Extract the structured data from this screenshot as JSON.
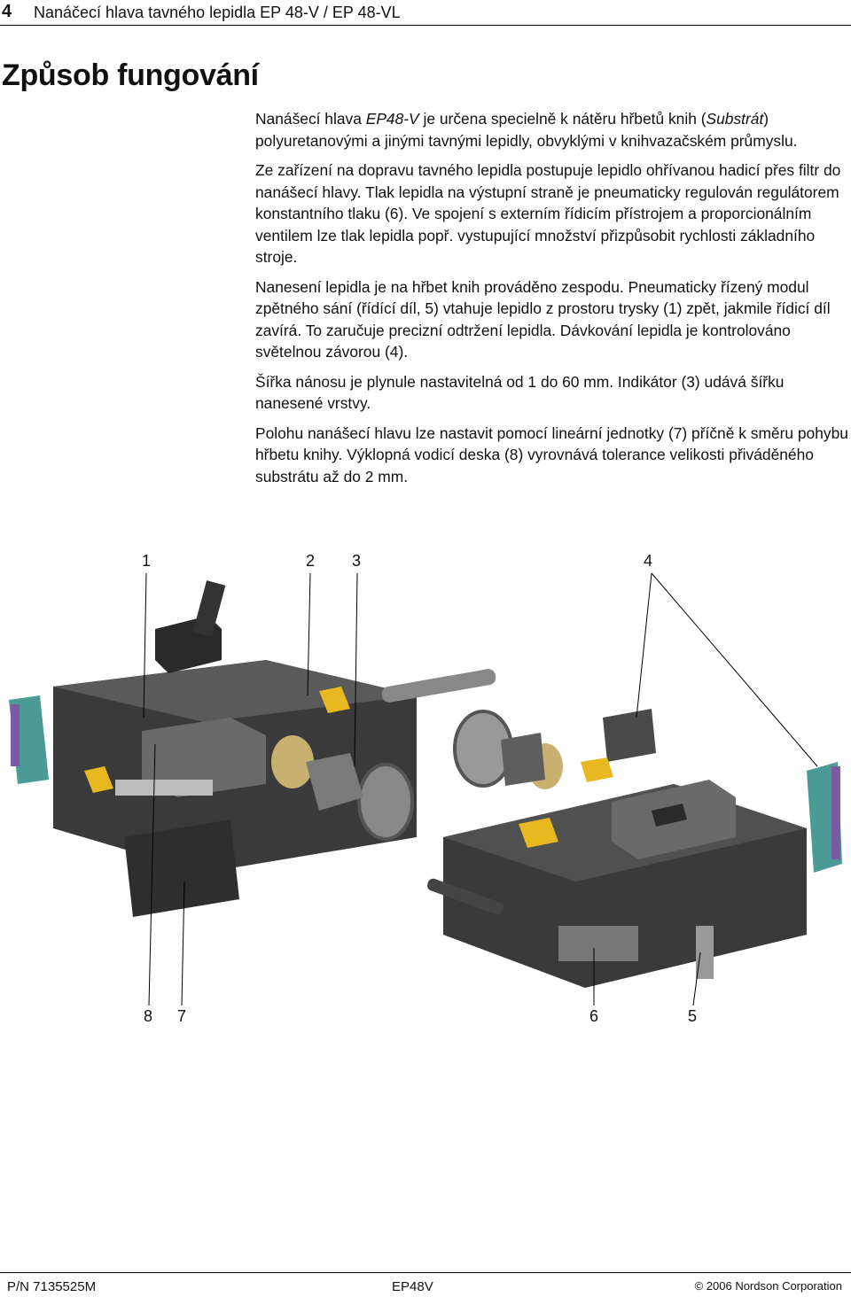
{
  "header": {
    "page_number": "4",
    "title": "Nanáčecí hlava tavného lepidla EP 48-V / EP 48-VL"
  },
  "section": {
    "title": "Způsob fungování"
  },
  "paragraphs": {
    "p1_a": "Nanášecí hlava ",
    "p1_em1": "EP48-V",
    "p1_b": " je určena specielně k nátěru hřbetů knih (",
    "p1_em2": "Substrát",
    "p1_c": ") polyuretanovými a jinými tavnými lepidly, obvyklými v knihvazačském průmyslu.",
    "p2": "Ze zařízení na dopravu tavného lepidla postupuje lepidlo ohřívanou hadicí přes filtr do nanášecí hlavy. Tlak lepidla na výstupní straně je pneumaticky regulován regulátorem konstantního tlaku (6). Ve spojení s externím řídicím přístrojem a proporcionálním ventilem lze tlak lepidla popř. vystupující množství přizpůsobit rychlosti základního stroje.",
    "p3": "Nanesení lepidla je na hřbet knih prováděno zespodu. Pneumaticky řízený modul zpětného sání (řídící díl, 5) vtahuje lepidlo z prostoru trysky (1) zpět, jakmile řídicí díl zavírá. To zaručuje precizní odtržení lepidla. Dávkování lepidla je kontrolováno světelnou závorou (4).",
    "p4": "Šířka nánosu je plynule nastavitelná od 1 do 60 mm. Indikátor (3) udává šířku nanesené vrstvy.",
    "p5": "Polohu nanášecí hlavu lze nastavit pomocí lineární jednotky (7) příčně k směru pohybu hřbetu knihy. Výklopná vodicí deska (8) vyrovnává tolerance velikosti přiváděného substrátu až do 2 mm."
  },
  "figure": {
    "callouts": {
      "c1": "1",
      "c2": "2",
      "c3": "3",
      "c4": "4",
      "c5": "5",
      "c6": "6",
      "c7": "7",
      "c8": "8"
    },
    "colors": {
      "body_dark": "#3a3a3a",
      "body_mid": "#5a5a5a",
      "body_light": "#8a8a8a",
      "teal": "#4a9a96",
      "brass": "#c8b070",
      "warning_yellow": "#e8b820",
      "purple": "#7a5aa0"
    }
  },
  "footer": {
    "part_number": "P/N 7135525M",
    "model": "EP48V",
    "copyright": "© 2006 Nordson Corporation"
  }
}
